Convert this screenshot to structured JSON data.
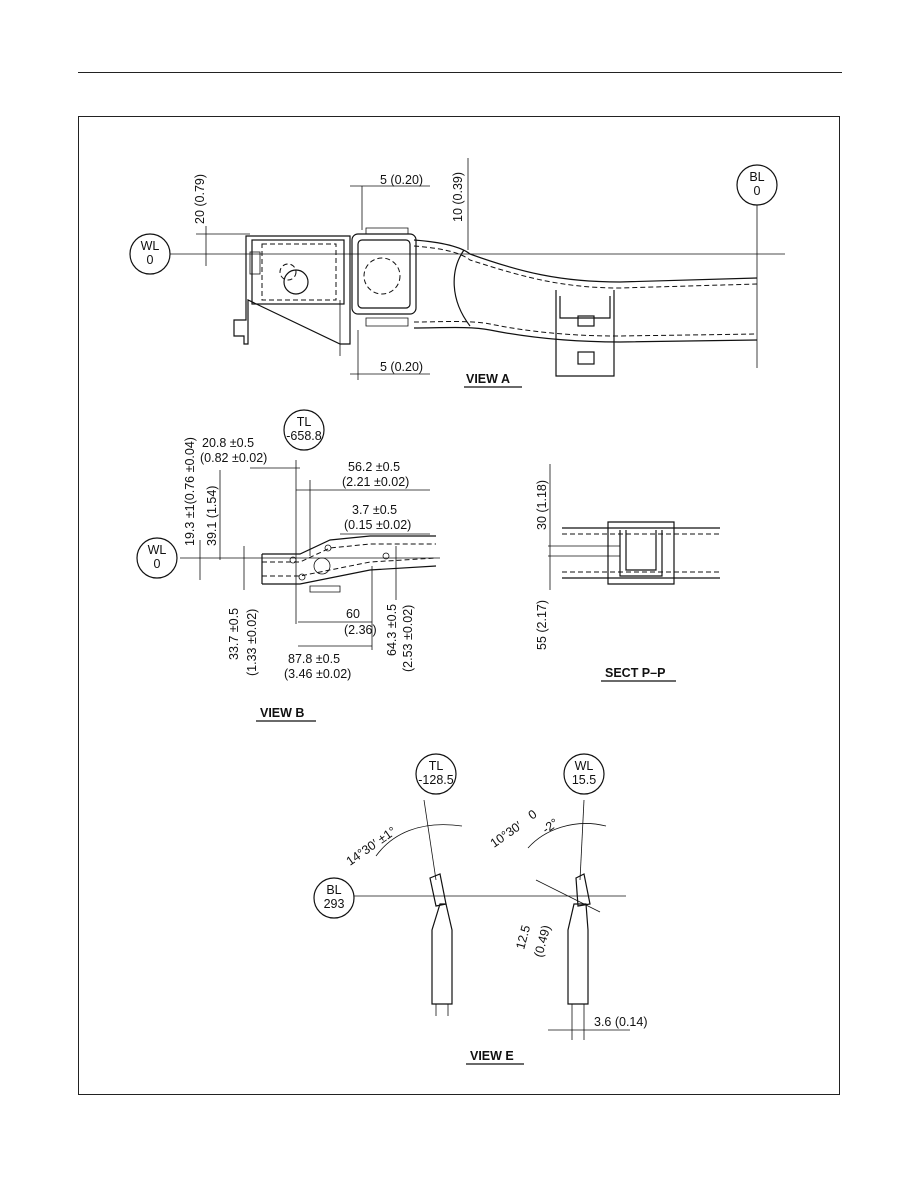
{
  "view_a": {
    "title": "VIEW A",
    "wl_ref": {
      "label": "WL",
      "value": "0"
    },
    "bl_ref": {
      "label": "BL",
      "value": "0"
    },
    "dims": {
      "top_gap": "5 (0.20)",
      "bottom_gap": "5 (0.20)",
      "height_10": "10 (0.39)",
      "height_20": "20 (0.79)"
    }
  },
  "view_b": {
    "title": "VIEW B",
    "tl_ref": {
      "label": "TL",
      "value": "-658.8"
    },
    "wl_ref": {
      "label": "WL",
      "value": "0"
    },
    "dims": {
      "d1": "20.8 ±0.5",
      "d1_in": "(0.82 ±0.02)",
      "d2": "56.2 ±0.5",
      "d2_in": "(2.21 ±0.02)",
      "d3": "3.7 ±0.5",
      "d3_in": "(0.15 ±0.02)",
      "v1": "19.3 ±1(0.76 ±0.04)",
      "v2": "39.1 (1.54)",
      "v3": "33.7 ±0.5",
      "v3_in": "(1.33 ±0.02)",
      "d4": "60",
      "d4_in": "(2.36)",
      "d5": "87.8 ±0.5",
      "d5_in": "(3.46 ±0.02)",
      "v4": "64.3 ±0.5",
      "v4_in": "(2.53 ±0.02)"
    }
  },
  "sect_pp": {
    "title": "SECT P–P",
    "dims": {
      "top": "30 (1.18)",
      "bottom": "55 (2.17)"
    }
  },
  "view_e": {
    "title": "VIEW E",
    "tl_ref": {
      "label": "TL",
      "value": "-128.5"
    },
    "wl_ref": {
      "label": "WL",
      "value": "15.5"
    },
    "bl_ref": {
      "label": "BL",
      "value": "293"
    },
    "dims": {
      "angle_left": "14°30′ ±1°",
      "angle_right": "10°30′",
      "angle_right_upper": "0",
      "angle_right_lower": "-2°",
      "len": "12.5",
      "len_in": "(0.49)",
      "gap": "3.6 (0.14)"
    }
  }
}
